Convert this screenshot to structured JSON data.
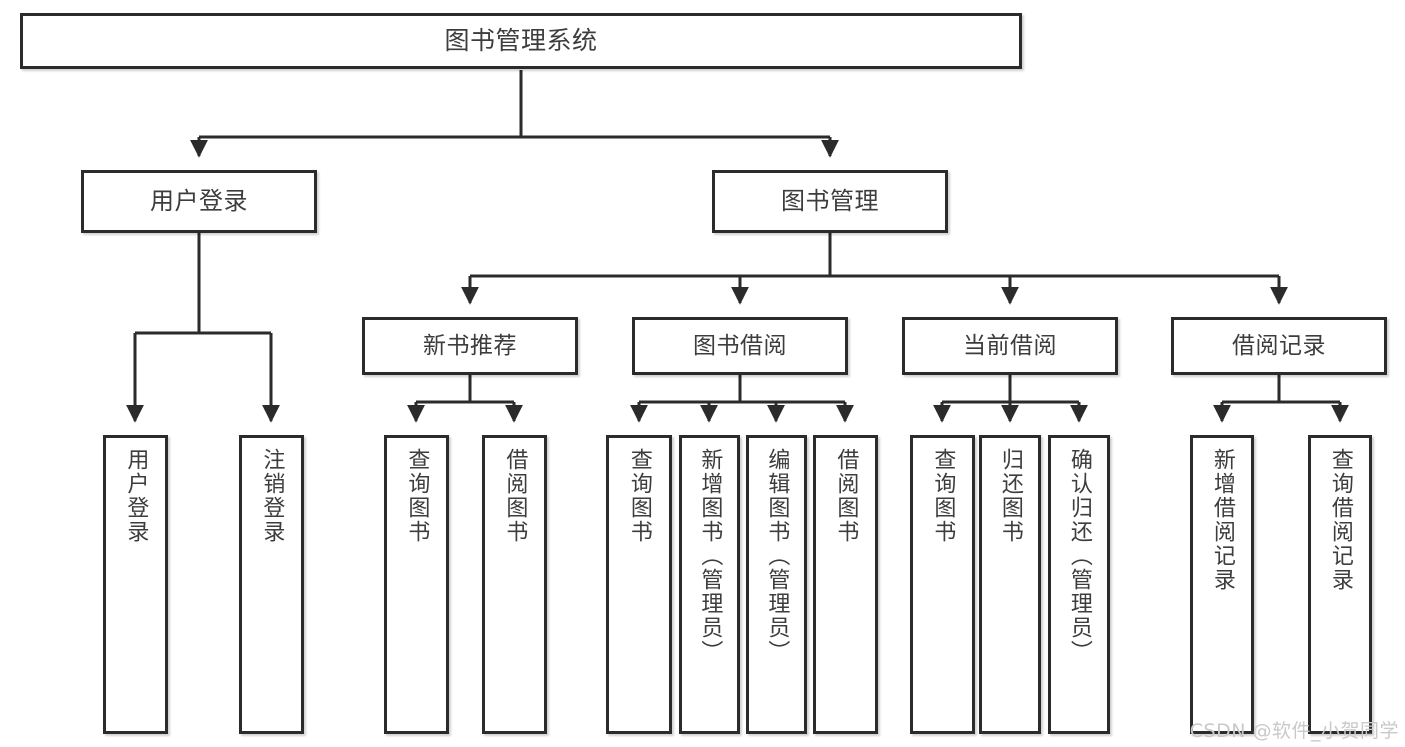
{
  "diagram": {
    "title": "图书管理系统",
    "type": "tree-hierarchy",
    "watermark": "CSDN @软件_小贺同学",
    "colors": {
      "box_border": "#2b2b2b",
      "box_fill": "#ffffff",
      "text": "#3d3d3d",
      "connector": "#2b2b2b",
      "watermark": "#c9c9c9",
      "background": "#ffffff"
    },
    "root": {
      "label": "图书管理系统"
    },
    "level1": [
      {
        "label": "用户登录"
      },
      {
        "label": "图书管理"
      }
    ],
    "level2": [
      {
        "label": "新书推荐"
      },
      {
        "label": "图书借阅"
      },
      {
        "label": "当前借阅"
      },
      {
        "label": "借阅记录"
      }
    ],
    "leaves": {
      "user_login": [
        {
          "label": "用户登录"
        },
        {
          "label": "注销登录"
        }
      ],
      "new_book_recommend": [
        {
          "label": "查询图书"
        },
        {
          "label": "借阅图书"
        }
      ],
      "book_borrow": [
        {
          "label": "查询图书"
        },
        {
          "label": "新增图书（管理员）"
        },
        {
          "label": "编辑图书（管理员）"
        },
        {
          "label": "借阅图书"
        }
      ],
      "current_borrow": [
        {
          "label": "查询图书"
        },
        {
          "label": "归还图书"
        },
        {
          "label": "确认归还（管理员）"
        }
      ],
      "borrow_record": [
        {
          "label": "新增借阅记录"
        },
        {
          "label": "查询借阅记录"
        }
      ]
    }
  }
}
